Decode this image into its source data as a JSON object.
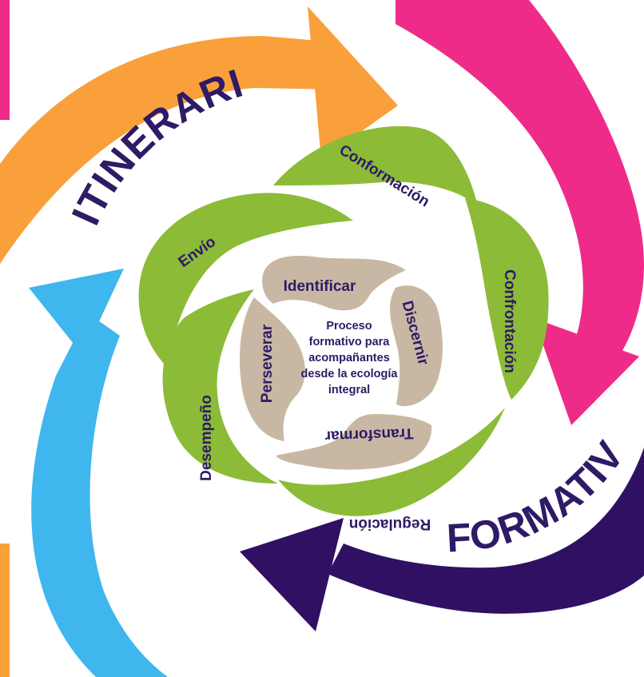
{
  "colors": {
    "orange": "#F9A03A",
    "magenta": "#EF2B8A",
    "purple": "#301062",
    "blue": "#3FB6EE",
    "green": "#8CBB37",
    "tan": "#C8B8A3",
    "label_dark": "#2E1A66",
    "white": "#FFFFFF"
  },
  "outer_labels": {
    "top_left": "ITINERARIOS",
    "bottom_right": "FORMATIVOS"
  },
  "middle_stages": [
    {
      "label": "Conformación"
    },
    {
      "label": "Confrontación"
    },
    {
      "label": "Regulación"
    },
    {
      "label": "Desempeño"
    },
    {
      "label": "Envío"
    }
  ],
  "inner_stages": [
    {
      "label": "Identificar"
    },
    {
      "label": "Discernir"
    },
    {
      "label": "Transformar"
    },
    {
      "label": "Perseverar"
    }
  ],
  "center_text": [
    "Proceso",
    "formativo para",
    "acompañantes",
    "desde la ecología",
    "integral"
  ]
}
